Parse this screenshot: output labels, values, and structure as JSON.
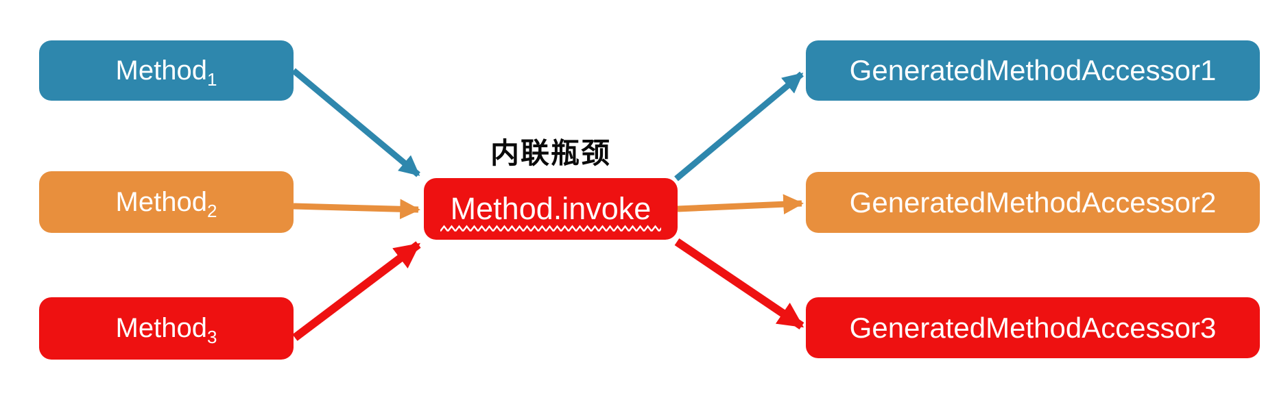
{
  "annotation": {
    "text": "内联瓶颈"
  },
  "center_box": {
    "label": "Method.invoke",
    "color_key": "red"
  },
  "left_boxes": [
    {
      "label": "Method",
      "sub": "1",
      "color_key": "blue"
    },
    {
      "label": "Method",
      "sub": "2",
      "color_key": "orange"
    },
    {
      "label": "Method",
      "sub": "3",
      "color_key": "red"
    }
  ],
  "right_boxes": [
    {
      "label": "GeneratedMethodAccessor1",
      "color_key": "blue"
    },
    {
      "label": "GeneratedMethodAccessor2",
      "color_key": "orange"
    },
    {
      "label": "GeneratedMethodAccessor3",
      "color_key": "red"
    }
  ],
  "colors": {
    "blue": "#2E87AD",
    "orange": "#E88F3D",
    "red": "#EE1111"
  }
}
